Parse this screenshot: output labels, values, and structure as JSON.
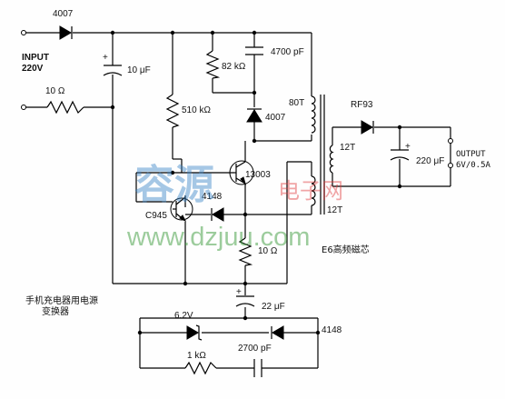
{
  "labels": {
    "d_input": "4007",
    "input": "INPUT",
    "input_v": "220V",
    "c_in": "10 μF",
    "r_in": "10 Ω",
    "r_82k": "82 kΩ",
    "c_4700": "4700 pF",
    "d_4007b": "4007",
    "r_510k": "510 kΩ",
    "t_80t": "80T",
    "d_rf93": "RF93",
    "l_12t_a": "12T",
    "c_220": "220 μF",
    "output": "OUTPUT",
    "output_v": "6V/0.5A",
    "q_13003": "13003",
    "d_4148a": "4148",
    "q_c945": "C945",
    "l_12t_b": "12T",
    "r_10": "10 Ω",
    "core": "E6高频磁芯",
    "title_l1": "手机充电器用电源",
    "title_l2": "变换器",
    "c_22": "22 μF",
    "z_62": "6.2V",
    "d_4148b": "4148",
    "r_1k": "1 kΩ",
    "c_2700": "2700 pF",
    "plus_c_in": "+",
    "plus_c_220": "+",
    "plus_c_22": "+"
  },
  "watermark": {
    "big": "容源",
    "red": "电子网",
    "url": "www.dzjuu.com"
  }
}
